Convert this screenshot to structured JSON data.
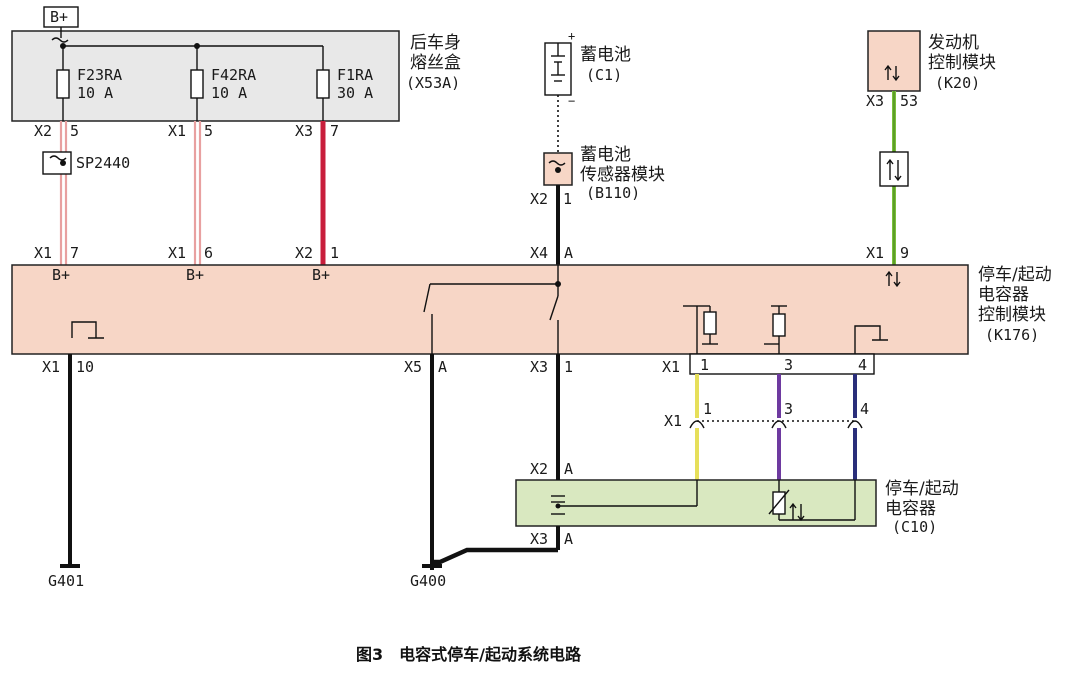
{
  "power": {
    "bplus_tag": "B+"
  },
  "fuse_box": {
    "name": "后车身",
    "name2": "熔丝盒",
    "code": "(X53A)",
    "fuses": [
      {
        "name": "F23RA",
        "rating": "10 A",
        "conn": "X2",
        "pin": "5"
      },
      {
        "name": "F42RA",
        "rating": "10 A",
        "conn": "X1",
        "pin": "5"
      },
      {
        "name": "F1RA",
        "rating": "30 A",
        "conn": "X3",
        "pin": "7"
      }
    ]
  },
  "splice": {
    "name": "SP2440"
  },
  "battery": {
    "name": "蓄电池",
    "code": "(C1)",
    "plus": "+",
    "minus": "−"
  },
  "sensor": {
    "name": "蓄电池",
    "name2": "传感器模块",
    "code": "(B110)",
    "conn": "X2",
    "pin": "1"
  },
  "ecm": {
    "name": "发动机",
    "name2": "控制模块",
    "code": "(K20)",
    "conn": "X3",
    "pin": "53"
  },
  "controller": {
    "name": "停车/起动",
    "name2": "电容器",
    "name3": "控制模块",
    "code": "(K176)",
    "top_pins": [
      {
        "conn": "X1",
        "pin": "7",
        "label": "B+"
      },
      {
        "conn": "X1",
        "pin": "6",
        "label": "B+"
      },
      {
        "conn": "X2",
        "pin": "1",
        "label": "B+"
      },
      {
        "conn": "X4",
        "pin": "A",
        "label": ""
      },
      {
        "conn": "X1",
        "pin": "9",
        "label": ""
      }
    ],
    "bottom_pins": [
      {
        "conn": "X1",
        "pin": "10"
      },
      {
        "conn": "X5",
        "pin": "A"
      },
      {
        "conn": "X3",
        "pin": "1"
      },
      {
        "conn": "X1",
        "pin": "1"
      },
      {
        "conn": "",
        "pin": "3"
      },
      {
        "conn": "",
        "pin": "4"
      }
    ]
  },
  "inline_conn": {
    "conn": "X1",
    "pins": [
      "1",
      "3",
      "4"
    ]
  },
  "capacitor": {
    "name": "停车/起动",
    "name2": "电容器",
    "code": "(C10)",
    "top_conn": "X2",
    "top_pin": "A",
    "bottom_conn": "X3",
    "bottom_pin": "A"
  },
  "grounds": {
    "left": "G401",
    "right": "G400"
  },
  "caption": "图3　电容式停车/起动系统电路",
  "colors": {
    "red_light": "#e8a0a0",
    "red_heavy": "#c81e3c",
    "green": "#7cc13a",
    "yellow": "#e6df5a",
    "purple": "#6e3aa0",
    "navy": "#2a2e7a",
    "black": "#111111"
  }
}
